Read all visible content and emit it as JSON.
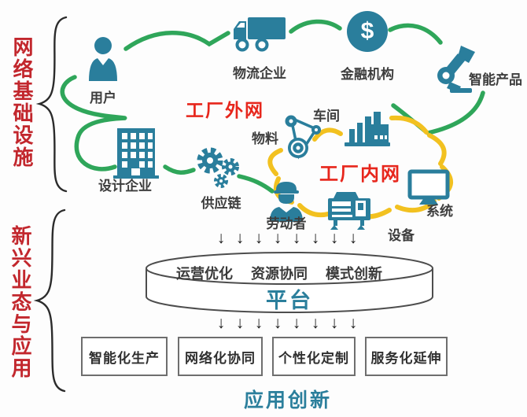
{
  "left_panel": {
    "top_label": "网络基础设施",
    "bottom_label": "新兴业态与应用"
  },
  "network": {
    "external_label": "工厂外网",
    "internal_label": "工厂内网"
  },
  "nodes": {
    "user": "用户",
    "logistics": "物流企业",
    "finance": "金融机构",
    "smart_product": "智能产品",
    "design": "设计企业",
    "supply_chain": "供应链",
    "material": "物料",
    "workshop": "车间",
    "worker": "劳动者",
    "equipment": "设备",
    "system": "系统"
  },
  "platform": {
    "functions": [
      "运营优化",
      "资源协同",
      "模式创新"
    ],
    "name": "平台"
  },
  "applications": [
    "智能化生产",
    "网络化协同",
    "个性化定制",
    "服务化延伸"
  ],
  "bottom_title": "应用创新",
  "icons": {
    "finance_symbol": "$",
    "user_icon": "person-silhouette",
    "logistics_icon": "delivery-truck",
    "finance_icon": "dollar-circle",
    "smart_product_icon": "robot-arm",
    "design_icon": "office-building",
    "supply_chain_icon": "gears",
    "material_icon": "belt-pulleys",
    "workshop_icon": "factory",
    "worker_icon": "worker-with-cap",
    "equipment_icon": "cnc-machine",
    "system_icon": "computer-monitor"
  },
  "colors": {
    "icon_teal": "#2a7e9c",
    "external_net_green": "#2fa65a",
    "internal_net_yellow": "#f2c120",
    "side_label_red": "#c2272d",
    "network_label_red": "#e7261c",
    "platform_text_teal": "#2b7f9c",
    "body_text": "#3d3d3d"
  }
}
